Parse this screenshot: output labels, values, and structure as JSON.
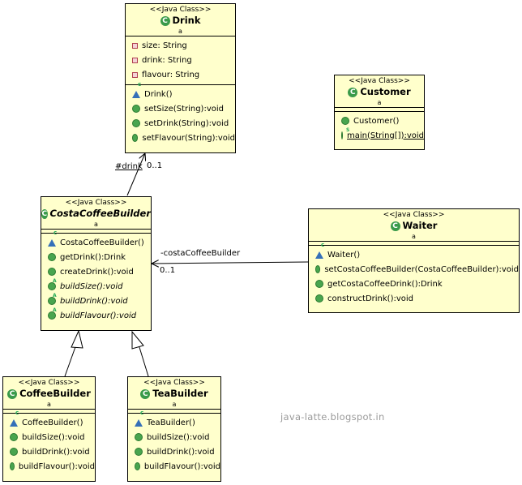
{
  "stereotype": "<<Java Class>>",
  "package": "a",
  "classes": {
    "drink": {
      "name": "Drink",
      "fields": [
        "size: String",
        "drink: String",
        "flavour: String"
      ],
      "methods": [
        "Drink()",
        "setSize(String):void",
        "setDrink(String):void",
        "setFlavour(String):void"
      ]
    },
    "customer": {
      "name": "Customer",
      "methods": [
        "Customer()",
        "main(String[]):void"
      ]
    },
    "costa": {
      "name": "CostaCoffeeBuilder",
      "methods": [
        "CostaCoffeeBuilder()",
        "getDrink():Drink",
        "createDrink():void",
        "buildSize():void",
        "buildDrink():void",
        "buildFlavour():void"
      ]
    },
    "waiter": {
      "name": "Waiter",
      "methods": [
        "Waiter()",
        "setCostaCoffeeBuilder(CostaCoffeeBuilder):void",
        "getCostaCoffeeDrink():Drink",
        "constructDrink():void"
      ]
    },
    "coffee": {
      "name": "CoffeeBuilder",
      "methods": [
        "CoffeeBuilder()",
        "buildSize():void",
        "buildDrink():void",
        "buildFlavour():void"
      ]
    },
    "tea": {
      "name": "TeaBuilder",
      "methods": [
        "TeaBuilder()",
        "buildSize():void",
        "buildDrink():void",
        "buildFlavour():void"
      ]
    }
  },
  "associations": {
    "drink_role": "#drink",
    "drink_mult": "0..1",
    "builder_role": "-costaCoffeeBuilder",
    "builder_mult": "0..1"
  },
  "watermark": "java-latte.blogspot.in",
  "colors": {
    "class_fill": "#ffffcc",
    "class_icon": "#3a9a4a"
  }
}
